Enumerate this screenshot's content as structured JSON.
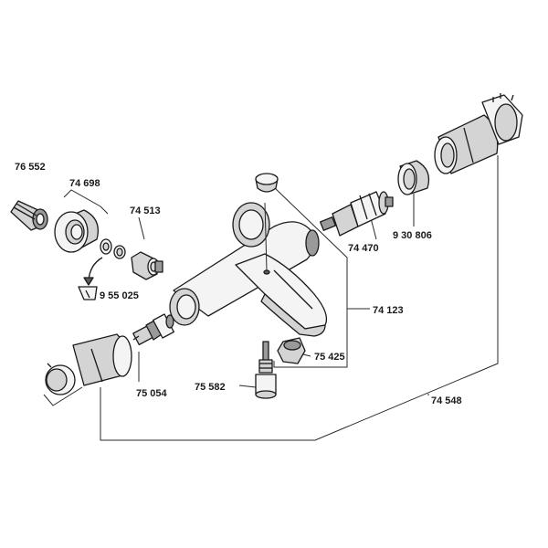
{
  "diagram": {
    "labels": {
      "p76552": "76 552",
      "p74698": "74 698",
      "p74513": "74 513",
      "p955025": "9 55 025",
      "p75054": "75 054",
      "p74470": "74 470",
      "p930806": "9 30 806",
      "p74123": "74 123",
      "p75425": "75 425",
      "p75582": "75 582",
      "p74548": "74 548"
    }
  }
}
